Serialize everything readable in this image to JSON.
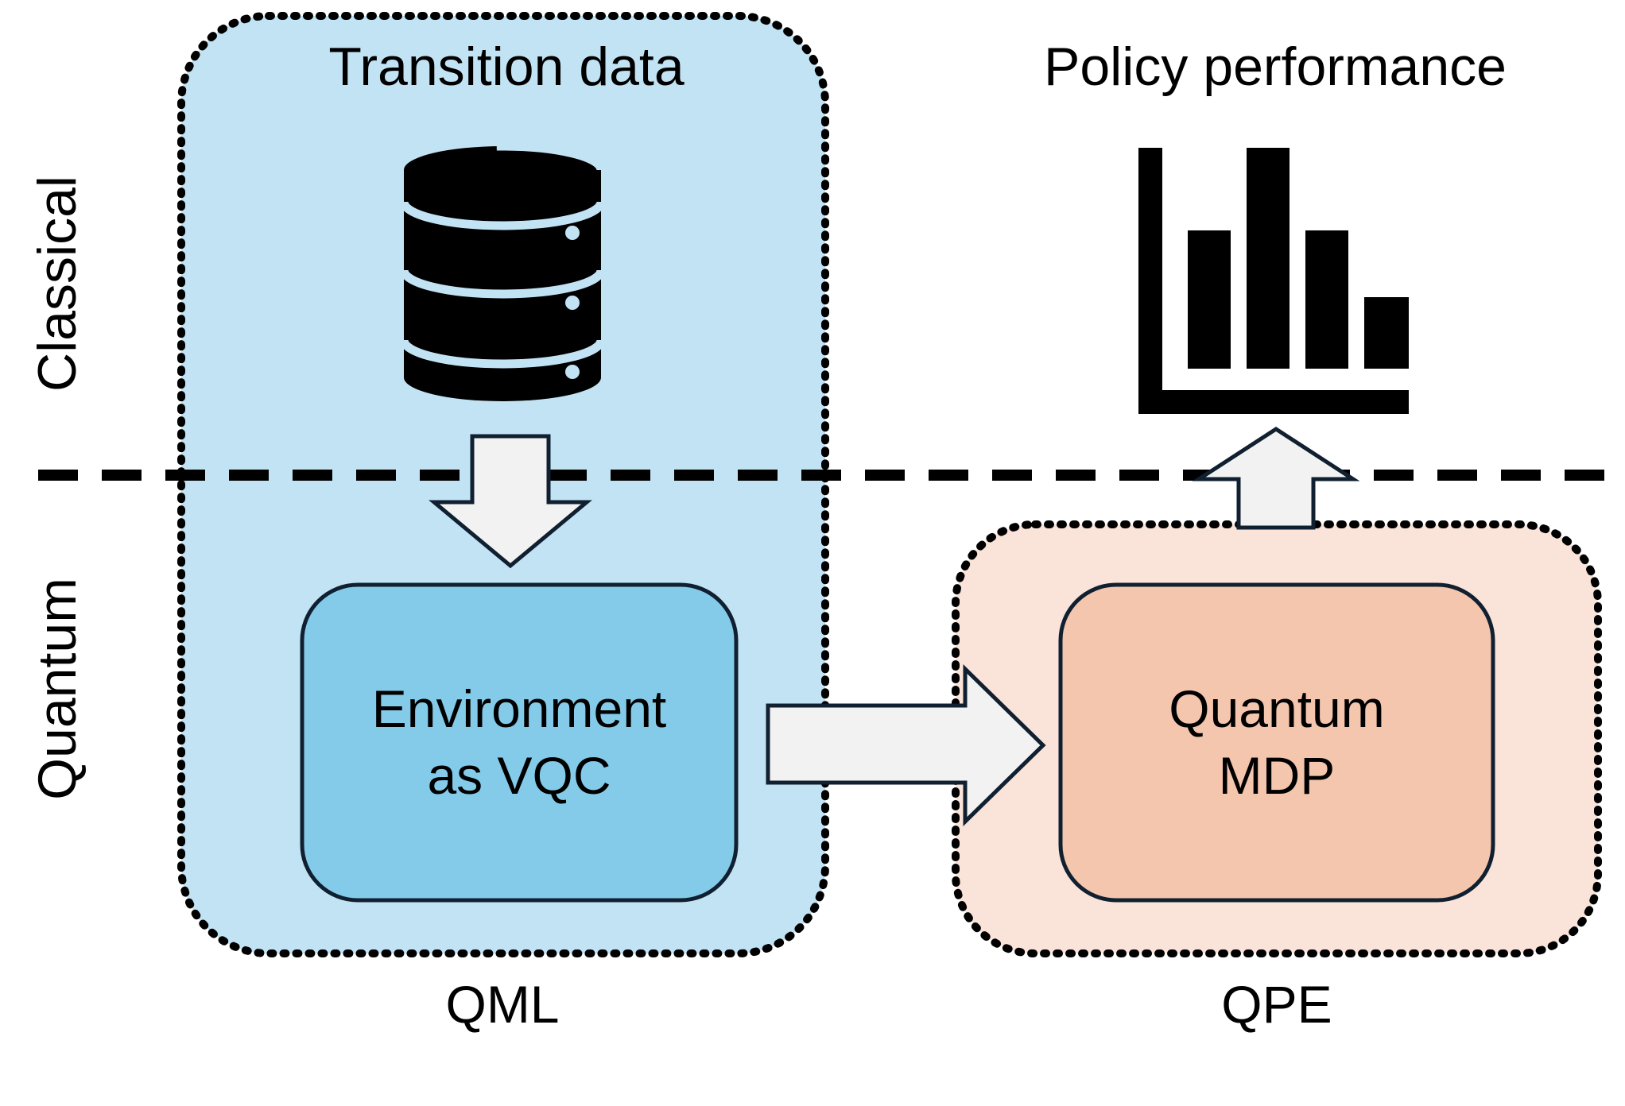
{
  "side_labels": {
    "classical": "Classical",
    "quantum": "Quantum"
  },
  "qml_region": {
    "title": "Transition data",
    "caption": "QML",
    "fill_color": "#c2e3f4",
    "box": {
      "line1": "Environment",
      "line2": "as VQC",
      "fill_color": "#84cbea"
    }
  },
  "qpe_region": {
    "title": "Policy performance",
    "caption": "QPE",
    "fill_color": "#fae3d8",
    "box": {
      "line1": "Quantum",
      "line2": "MDP",
      "fill_color": "#f5c6ae"
    }
  },
  "icons": {
    "data": "database-icon",
    "performance": "bar-chart-icon"
  },
  "colors": {
    "arrow_fill": "#f2f2f2",
    "outline": "#102030"
  }
}
